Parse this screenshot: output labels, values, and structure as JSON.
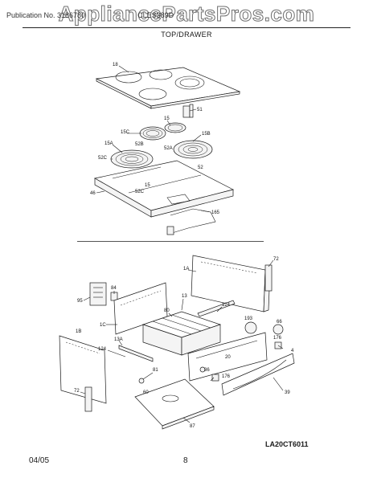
{
  "watermark": "AppliancePartsPros.com",
  "header": {
    "left": "Publication No. 3186780",
    "model": "CLES389D"
  },
  "section_title": "TOP/DRAWER",
  "top_labels": [
    "18",
    "51",
    "15",
    "15C",
    "15B",
    "52B",
    "52A",
    "15A",
    "52C",
    "52",
    "15",
    "46",
    "52C",
    "165"
  ],
  "bottom_labels": [
    "72",
    "1A",
    "84",
    "95",
    "13",
    "124",
    "80",
    "1C",
    "193",
    "66",
    "176",
    "1B",
    "13A",
    "124",
    "20",
    "4",
    "86",
    "176",
    "81",
    "60",
    "72",
    "39",
    "87"
  ],
  "diagram_code": "LA20CT6011",
  "footer": {
    "date": "04/05",
    "page": "8"
  }
}
